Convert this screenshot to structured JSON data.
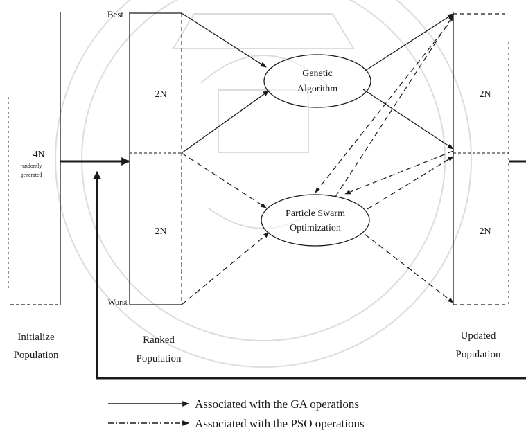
{
  "boxes": {
    "initial": {
      "main": "4N",
      "sub1": "randomly",
      "sub2": "generated"
    },
    "ranked_top": "2N",
    "ranked_bottom": "2N",
    "updated_top": "2N",
    "updated_bottom": "2N"
  },
  "markers": {
    "best": "Best",
    "worst": "Worst"
  },
  "nodes": {
    "ga": {
      "line1": "Genetic",
      "line2": "Algorithm"
    },
    "pso": {
      "line1": "Particle Swarm",
      "line2": "Optimization"
    }
  },
  "captions": {
    "initialize": {
      "line1": "Initialize",
      "line2": "Population"
    },
    "ranked": {
      "line1": "Ranked",
      "line2": "Population"
    },
    "updated": {
      "line1": "Updated",
      "line2": "Population"
    }
  },
  "legend": {
    "ga": "Associated with the GA operations",
    "pso": "Associated with the PSO operations"
  }
}
